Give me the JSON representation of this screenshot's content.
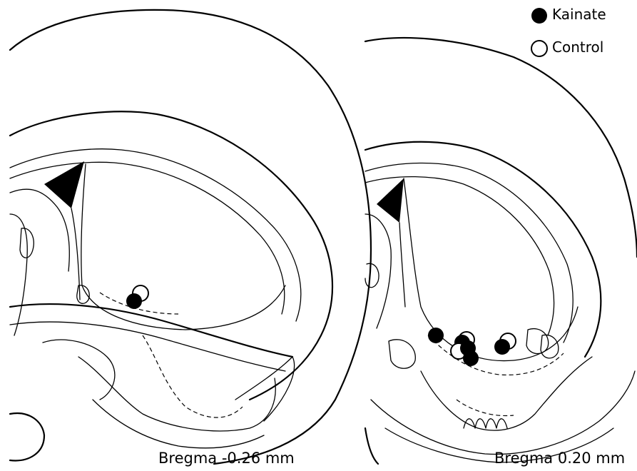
{
  "legend": {
    "kainate_label": "Kainate",
    "control_label": "Control"
  },
  "sections": {
    "left_caption": "Bregma -0.26 mm",
    "right_caption": "Bregma 0.20 mm"
  },
  "markers": {
    "kainate_color": "#000000",
    "control_color": "#ffffff"
  }
}
